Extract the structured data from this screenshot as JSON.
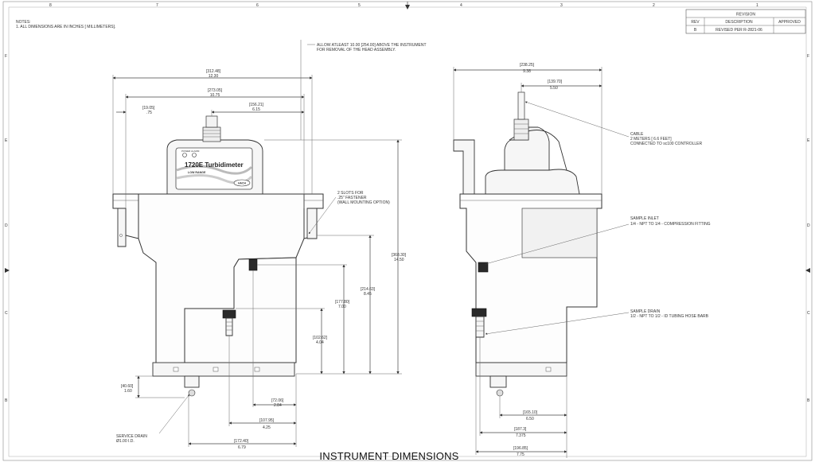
{
  "notes": {
    "heading": "NOTES:",
    "line1": "1.    ALL DIMENSIONS ARE IN INCHES [ MILLIMETERS]."
  },
  "revision_table": {
    "title": "REVISION",
    "headers": [
      "REV",
      "DESCRIPTION",
      "APPROVED"
    ],
    "row": [
      "B",
      "REVISED PER R-2821-06",
      ""
    ]
  },
  "border": {
    "top_zones": [
      "8",
      "7",
      "6",
      "5",
      "4",
      "3",
      "2",
      "1"
    ],
    "side_zones": [
      "F",
      "E",
      "D",
      "C",
      "B"
    ]
  },
  "instrument_label": {
    "brand_line": "1720E Turbidimeter",
    "range_line": "LOW RANGE",
    "logo": "HACH",
    "indicators": "POWER   ALARM"
  },
  "front_view": {
    "clearance_note_1": "ALLOW ATLEAST 10.00 [254.00] ABOVE THE INSTRUMENT",
    "clearance_note_2": "FOR REMOVAL OF THE HEAD ASSEMBLY.",
    "slots_note_1": "2 SLOTS FOR",
    "slots_note_2": ".25\" FASTENER",
    "slots_note_3": "(WALL MOUNTING OPTION)",
    "service_drain_1": "SERVICE DRAIN",
    "service_drain_2": "Ø1.00 I.D.",
    "dims": {
      "w_overall_mm": "[312.48]",
      "w_overall_in": "12.30",
      "w_mid_mm": "[273.05]",
      "w_mid_in": "10.75",
      "w_offset_mm": "[156.21]",
      "w_offset_in": "6.15",
      "w_small_mm": "[19.05]",
      "w_small_in": ".75",
      "h_overall_mm": "[368.30]",
      "h_overall_in": "14.50",
      "h_slot_mm": "[214.63]",
      "h_slot_in": "8.45",
      "h_inlet_mm": "[177.80]",
      "h_inlet_in": "7.00",
      "h_drain_mm": "[102.62]",
      "h_drain_in": "4.04",
      "h_base_mm": "[40.60]",
      "h_base_in": "1.60",
      "b1_mm": "[72.06]",
      "b1_in": "2.84",
      "b2_mm": "[107.95]",
      "b2_in": "4.25",
      "b3_mm": "[172.40]",
      "b3_in": "6.79"
    }
  },
  "side_view": {
    "cable_1": "CABLE",
    "cable_2": "2 METERS [ 6.6 FEET]",
    "cable_3": "CONNECTED TO sc100 CONTROLLER",
    "inlet_1": "SAMPLE INLET",
    "inlet_2": "1/4 - NPT TO 1/4 - COMPRESSION FITTING",
    "drain_1": "SAMPLE DRAIN",
    "drain_2": "1/2 - NPT TO 1/2 - ID TUBING HOSE BARB",
    "dims": {
      "t1_mm": "[238.25]",
      "t1_in": "9.38",
      "t2_mm": "[139.70]",
      "t2_in": "5.50",
      "b1_mm": "[165.10]",
      "b1_in": "6.50",
      "b2_mm": "[187.3]",
      "b2_in": "7.375",
      "b3_mm": "[196.85]",
      "b3_in": "7.75"
    }
  },
  "figure_title": "INSTRUMENT DIMENSIONS"
}
